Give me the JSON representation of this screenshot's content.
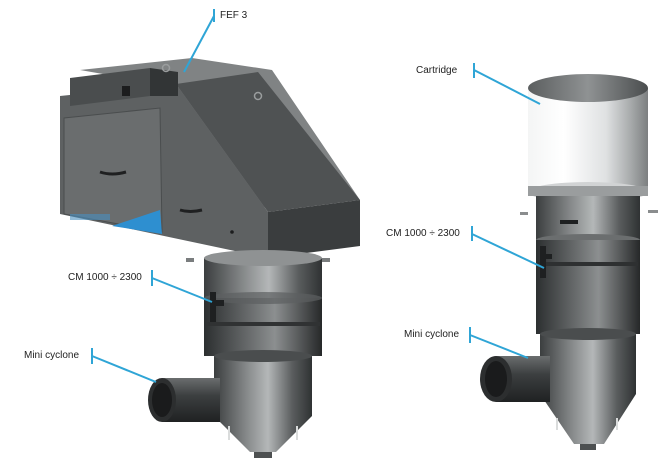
{
  "labels": {
    "fef": "FEF 3",
    "cartridge": "Cartridge",
    "cm_left": "CM 1000 ÷ 2300",
    "cm_right": "CM 1000 ÷ 2300",
    "cyclone_left": "Mini cyclone",
    "cyclone_right": "Mini cyclone"
  },
  "colors": {
    "leader": "#2fa5d6",
    "body": "#6e7172",
    "body_dark": "#3d4041",
    "metal_light": "#c2c5c6",
    "accent_blue": "#2e8fd0"
  }
}
